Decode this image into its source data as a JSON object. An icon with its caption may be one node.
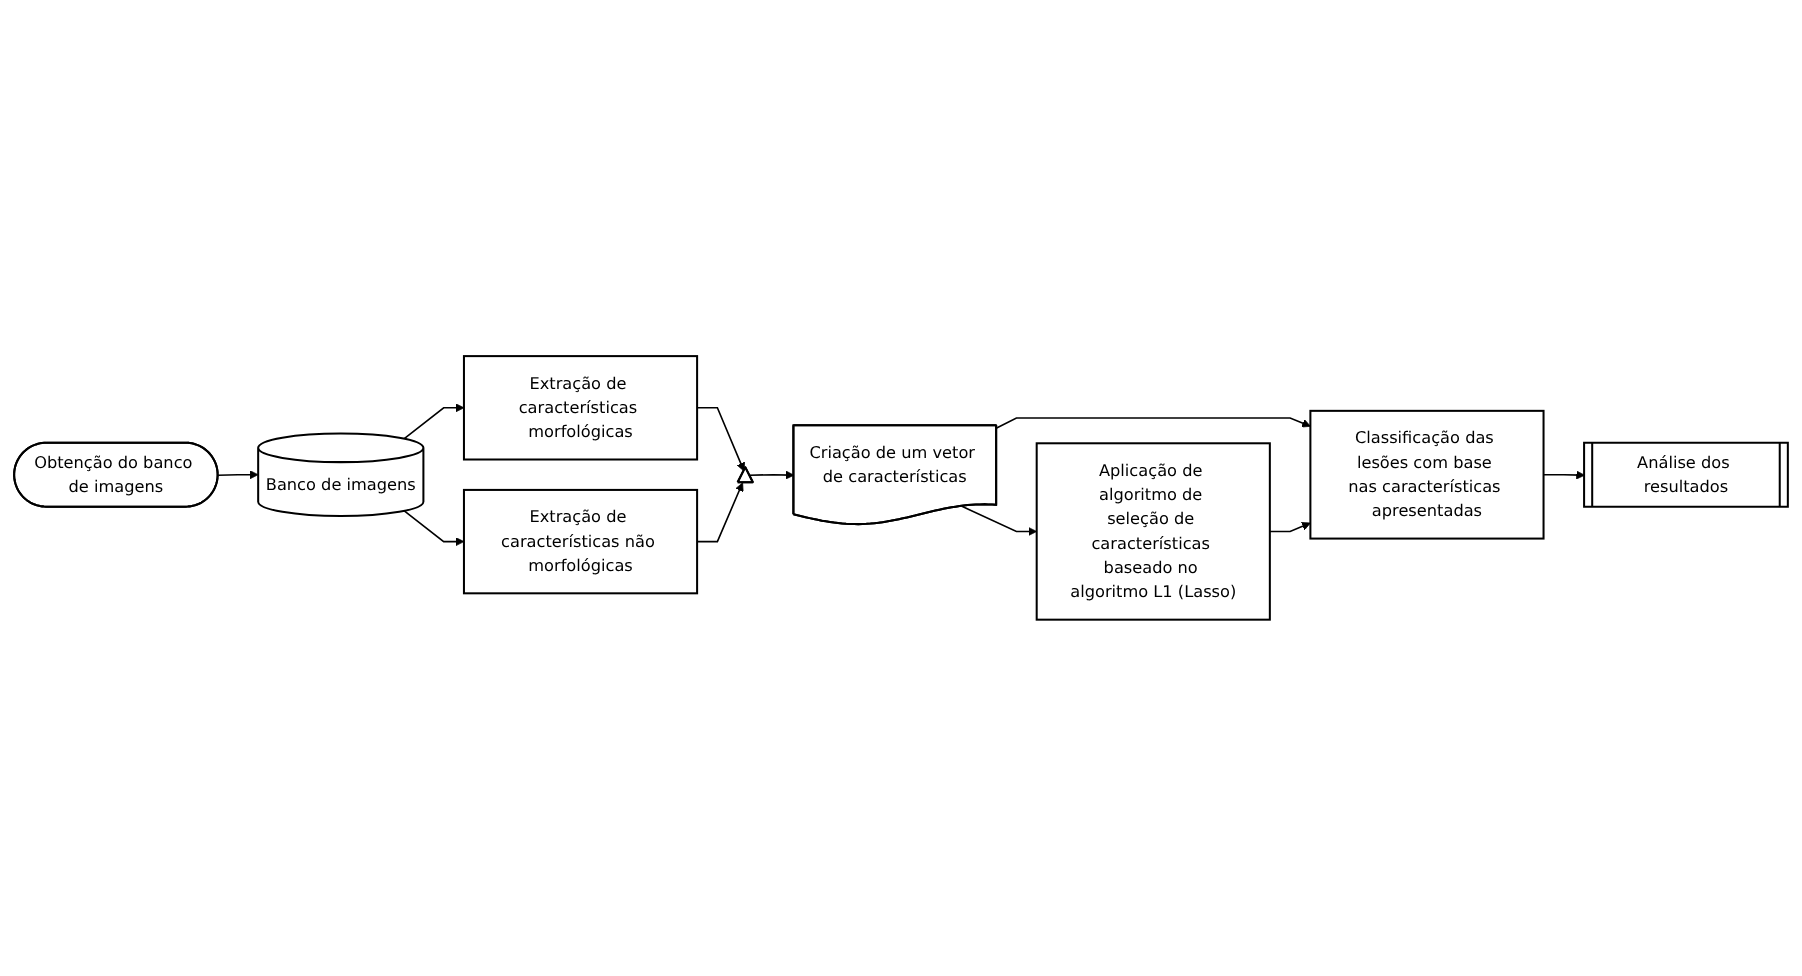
{
  "diagram": {
    "nodes": [
      {
        "text": [
          "Obtenção do banco de imagens"
        ]
      },
      {
        "text": [
          "Banco de imagens"
        ]
      },
      {
        "text": [
          "Extração de características morfológicas"
        ]
      },
      {
        "text": [
          "Extração de características não morfológicas"
        ]
      },
      {
        "text": [],
        "shape": "triangle"
      },
      {
        "text": [
          "Criação de um vetor de características"
        ]
      },
      {
        "text": [
          "Aplicação de algoritmo de seleção de características baseado no algoritmo L1 (Lasso)"
        ]
      },
      {
        "text": [
          "Classificação das lesões com base nas características apresentadas"
        ]
      },
      {
        "text": [
          "Análise dos resultados"
        ]
      }
    ],
    "edges": [
      {
        "from": 0,
        "to": 1,
        "arrow": "to"
      },
      {
        "from": 1,
        "to": 2,
        "arrow": "to"
      },
      {
        "from": 1,
        "to": 3,
        "arrow": "to"
      },
      {
        "from": 2,
        "to": 4,
        "arrow": "to"
      },
      {
        "from": 3,
        "to": 4,
        "arrow": "to"
      },
      {
        "from": 4,
        "to": 5,
        "arrow": "to"
      },
      {
        "from": 5,
        "to": 7,
        "arrow": "to"
      },
      {
        "from": 5,
        "to": 6,
        "arrow": "to"
      },
      {
        "from": 6,
        "to": 7,
        "arrow": "to"
      },
      {
        "from": 7,
        "to": 8,
        "arrow": "to"
      }
    ]
  }
}
